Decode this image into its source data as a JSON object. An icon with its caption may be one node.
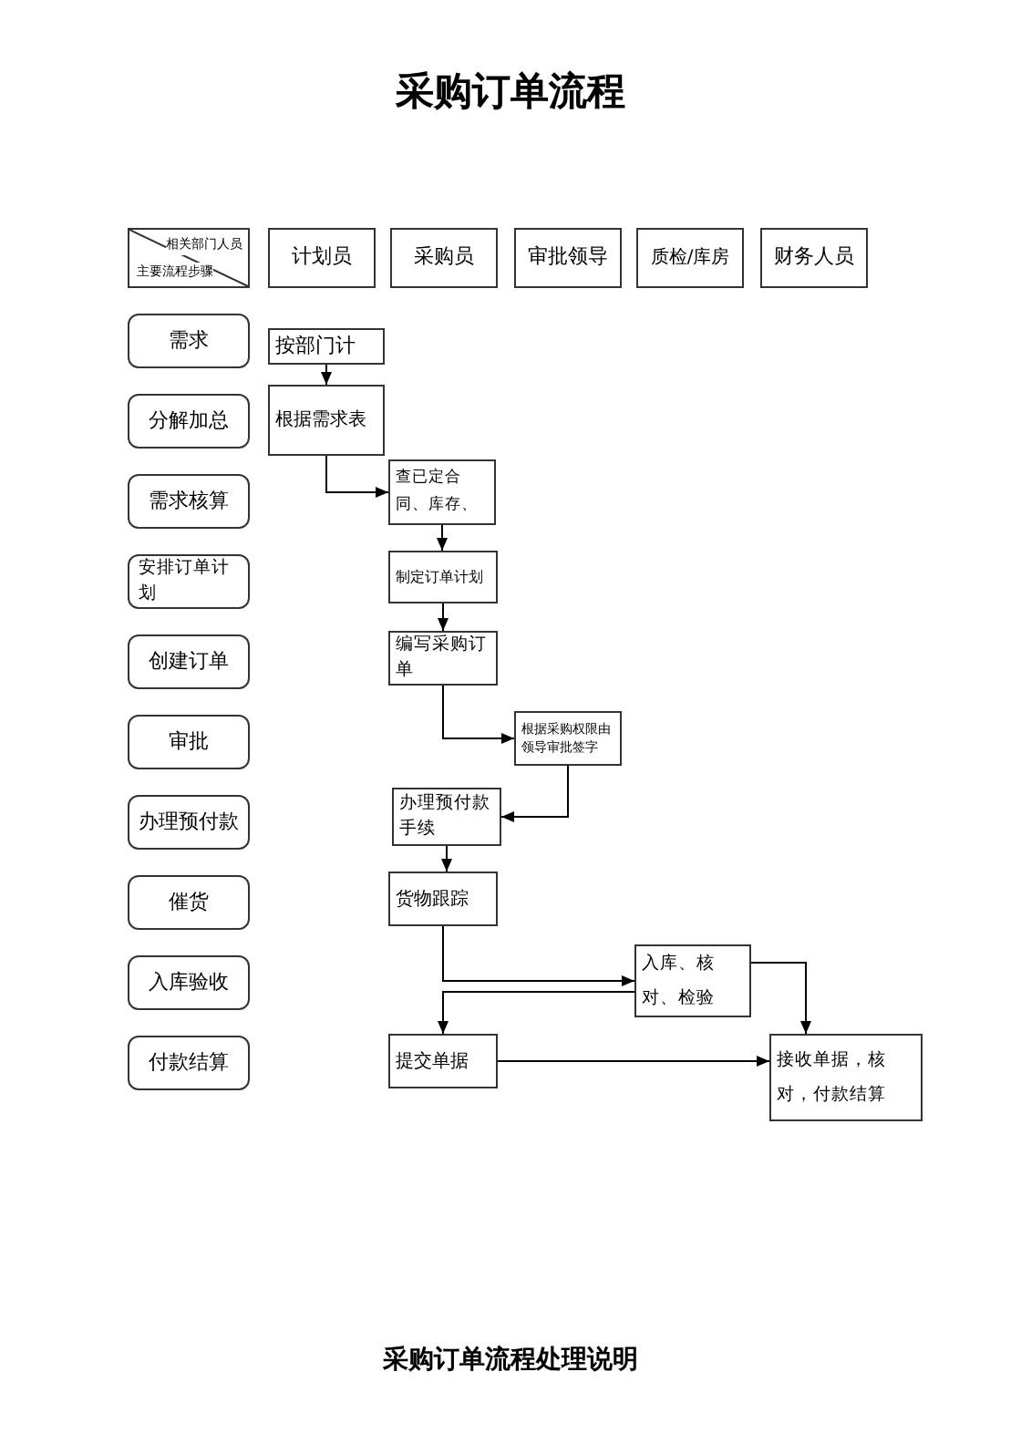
{
  "diagram": {
    "title": "采购订单流程",
    "caption": "采购订单流程处理说明",
    "nodes": [
      {
        "text": [
          "相关部门人员",
          "主要流程步骤"
        ]
      },
      {
        "text": [
          "计划员"
        ]
      },
      {
        "text": [
          "采购员"
        ]
      },
      {
        "text": [
          "审批领导"
        ]
      },
      {
        "text": [
          "质检/库房"
        ]
      },
      {
        "text": [
          "财务人员"
        ]
      },
      {
        "text": [
          "需求"
        ]
      },
      {
        "text": [
          "分解加总"
        ]
      },
      {
        "text": [
          "需求核算"
        ]
      },
      {
        "text": [
          "安排订单计划"
        ]
      },
      {
        "text": [
          "创建订单"
        ]
      },
      {
        "text": [
          "审批"
        ]
      },
      {
        "text": [
          "办理预付款"
        ]
      },
      {
        "text": [
          "催货"
        ]
      },
      {
        "text": [
          "入库验收"
        ]
      },
      {
        "text": [
          "付款结算"
        ]
      },
      {
        "text": [
          "按部门计"
        ]
      },
      {
        "text": [
          "根据需求表"
        ]
      },
      {
        "text": [
          "查已定合同、库存、"
        ]
      },
      {
        "text": [
          "制定订单计划"
        ]
      },
      {
        "text": [
          "编写采购订单"
        ]
      },
      {
        "text": [
          "根据采购权限由领导审批签字"
        ]
      },
      {
        "text": [
          "办理预付款手续"
        ]
      },
      {
        "text": [
          "货物跟踪"
        ]
      },
      {
        "text": [
          "入库、核对、检验"
        ]
      },
      {
        "text": [
          "提交单据"
        ]
      },
      {
        "text": [
          "接收单据，核对，付款结算"
        ]
      }
    ],
    "edges": [
      {
        "from": 16,
        "to": 17,
        "arrow": "to"
      },
      {
        "from": 17,
        "to": 18,
        "arrow": "to"
      },
      {
        "from": 18,
        "to": 19,
        "arrow": "to"
      },
      {
        "from": 19,
        "to": 20,
        "arrow": "to"
      },
      {
        "from": 20,
        "to": 21,
        "arrow": "to"
      },
      {
        "from": 21,
        "to": 22,
        "arrow": "to"
      },
      {
        "from": 22,
        "to": 23,
        "arrow": "to"
      },
      {
        "from": 23,
        "to": 24,
        "arrow": "to"
      },
      {
        "from": 24,
        "to": 25,
        "arrow": "to"
      },
      {
        "from": 24,
        "to": 26,
        "arrow": "to"
      },
      {
        "from": 25,
        "to": 26,
        "arrow": "to"
      }
    ]
  }
}
